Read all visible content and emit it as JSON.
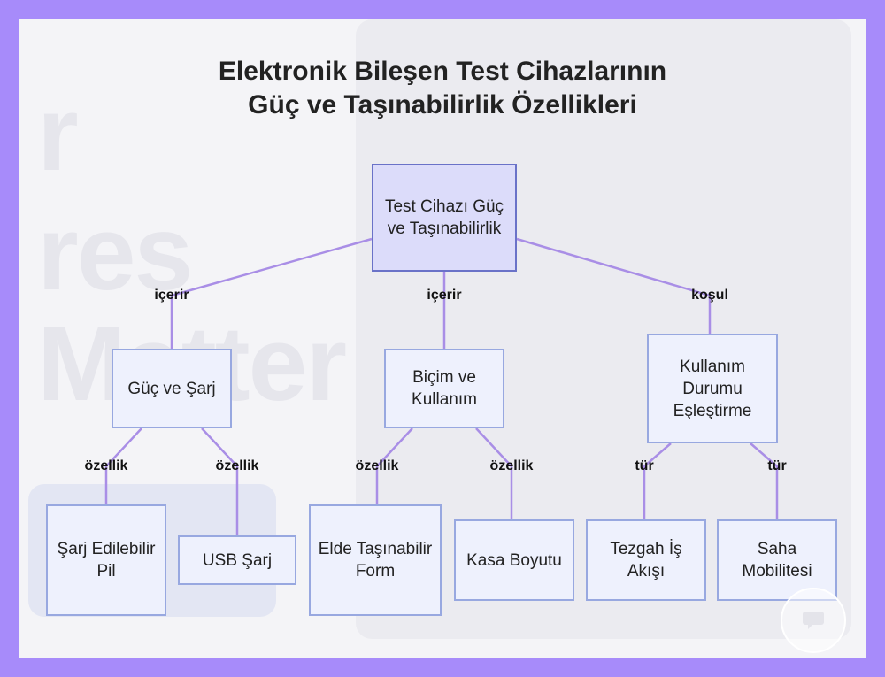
{
  "title": {
    "line1": "Elektronik Bileşen Test Cihazlarının",
    "line2": "Güç ve Taşınabilirlik Özellikleri"
  },
  "nodes": {
    "root": "Test Cihazı Güç ve Taşınabilirlik",
    "power": "Güç ve Şarj",
    "form": "Biçim ve Kullanım",
    "usage": "Kullanım Durumu Eşleştirme",
    "battery": "Şarj Edilebilir Pil",
    "usb": "USB Şarj",
    "handheld": "Elde Taşınabilir Form",
    "case": "Kasa Boyutu",
    "bench": "Tezgah İş Akışı",
    "field": "Saha Mobilitesi"
  },
  "edge_labels": {
    "root_power": "içerir",
    "root_form": "içerir",
    "root_usage": "koşul",
    "power_battery": "özellik",
    "power_usb": "özellik",
    "form_handheld": "özellik",
    "form_case": "özellik",
    "usage_bench": "tür",
    "usage_field": "tür"
  },
  "background": {
    "words": [
      "r",
      "res",
      "Matter"
    ]
  },
  "colors": {
    "outer": "#a78bfa",
    "node_fill": "#eef1fd",
    "node_border": "#98a8e0",
    "root_fill": "#dcdcfa",
    "root_border": "#6a72c8",
    "edge": "#a98ee6"
  }
}
